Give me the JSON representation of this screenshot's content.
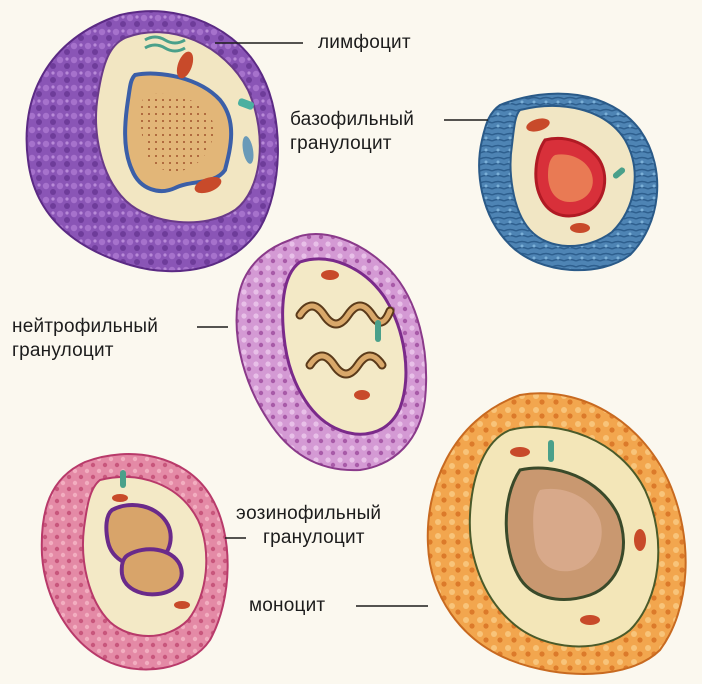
{
  "labels": {
    "lymphocyte": "лимфоцит",
    "basophil_line1": "базофильный",
    "basophil_line2": "гранулоцит",
    "neutrophil_line1": "нейтрофильный",
    "neutrophil_line2": "гранулоцит",
    "eosinophil_line1": "эозинофильный",
    "eosinophil_line2": "гранулоцит",
    "monocyte": "моноцит"
  },
  "colors": {
    "background": "#fbf8ef",
    "lymphocyte_cell": "#8c55b8",
    "basophil_cell": "#4a7fb0",
    "neutrophil_cell": "#c88ac8",
    "eosinophil_cell": "#e07a9a",
    "monocyte_cell": "#f0a24a",
    "cytoplasm": "#f3e9c6",
    "nucleus_tan": "#d8a86a",
    "nucleus_red": "#d8303a",
    "mitochondria": "#c84a2a",
    "leader_line": "#1c1c1c"
  },
  "icons": {
    "lymphocyte": "lymphocyte-cell-icon",
    "basophil": "basophil-cell-icon",
    "neutrophil": "neutrophil-cell-icon",
    "eosinophil": "eosinophil-cell-icon",
    "monocyte": "monocyte-cell-icon"
  }
}
